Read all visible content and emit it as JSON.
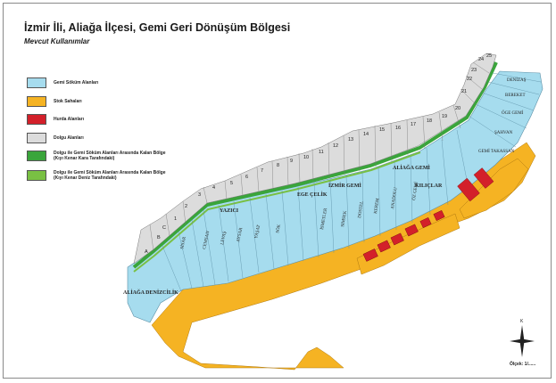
{
  "title": "İzmir İli, Aliağa İlçesi, Gemi Geri Dönüşüm Bölgesi",
  "subtitle": "Mevcut Kullanımlar",
  "legend": [
    {
      "label_lines": [
        "Gemi Söküm Alanları"
      ],
      "color": "#a6dcee"
    },
    {
      "label_lines": [
        "Stok Sahaları"
      ],
      "color": "#f5b323"
    },
    {
      "label_lines": [
        "Hurda Alanları"
      ],
      "color": "#d3202a"
    },
    {
      "label_lines": [
        "Dolgu Alanları"
      ],
      "color": "#dcdcdc"
    },
    {
      "label_lines": [
        "Dolgu ile Gemi Söküm Alanları Arasında Kalan Bölge",
        "(Kıyı Kenar Kara Tarafındaki)"
      ],
      "color": "#3aa53b"
    },
    {
      "label_lines": [
        "Dolgu ile Gemi Söküm Alanları Arasında Kalan Bölge",
        "(Kıyı Kenar Deniz Tarafındaki)"
      ],
      "color": "#79c043"
    }
  ],
  "fill_numbers": [
    "A",
    "B",
    "C",
    "1",
    "2",
    "3",
    "4",
    "5",
    "6",
    "7",
    "8",
    "9",
    "10",
    "11",
    "12",
    "13",
    "14",
    "15",
    "16",
    "17",
    "18",
    "19",
    "20",
    "21",
    "22",
    "23",
    "24",
    "25"
  ],
  "company_labels": [
    "ALİAĞA DENİZCİLİK",
    "YAZICI",
    "EGE ÇELİK",
    "İZMİR GEMİ",
    "ALİAĞA GEMİ",
    "KILIÇLAR",
    "DENİZAŞ",
    "BEREKET",
    "ÖGE GEMİ",
    "ŞAHVAN",
    "GEMİ TAKASSAN",
    "SİSAR",
    "CEMSAN",
    "LEVAŞ",
    "AYSAR",
    "YAŞAT",
    "SÖK",
    "İSMETLER",
    "SIMSEK",
    "DOSTEL",
    "KEREM",
    "ANADOLU",
    "ÖZ GEMİ"
  ],
  "north": "K",
  "scale_text": "Ölçek: 1/......",
  "colors": {
    "sokum": "#a6dcee",
    "stok": "#f5b323",
    "hurda": "#d3202a",
    "dolgu": "#dcdcdc",
    "green_dark": "#3aa53b",
    "green_light": "#79c043"
  }
}
